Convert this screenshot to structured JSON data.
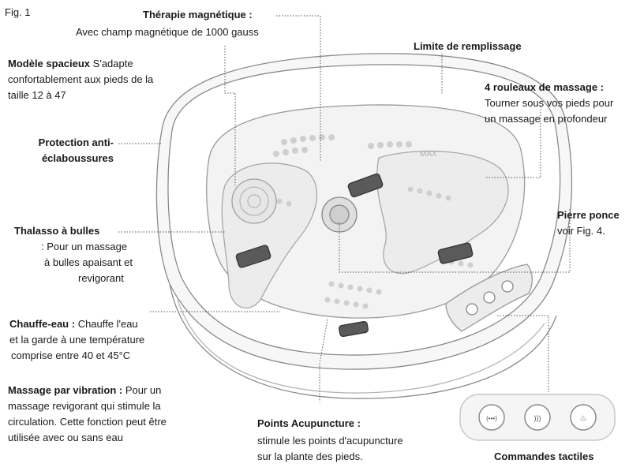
{
  "figure_label": "Fig. 1",
  "callouts": {
    "magnetic": {
      "title": "Thérapie magnétique :",
      "text": "Avec champ magnétique de 1000 gauss"
    },
    "spacious": {
      "title": "Modèle spacieux",
      "text_1": "S'adapte",
      "text_2": "confortablement aux pieds de la",
      "text_3": "taille 12 à 47"
    },
    "splash": {
      "title_1": "Protection anti-",
      "title_2": "éclaboussures"
    },
    "bubbles": {
      "title": "Thalasso à bulles",
      "text_1": ":  Pour un massage",
      "text_2": "à bulles apaisant et",
      "text_3": "revigorant"
    },
    "heater": {
      "title": "Chauffe-eau :",
      "text_1": "Chauffe l'eau",
      "text_2": "et la garde à une température",
      "text_3": "comprise entre 40 et 45°C"
    },
    "vibration": {
      "title": "Massage par vibration :",
      "text_1": "Pour un",
      "text_2": "massage revigorant qui stimule la",
      "text_3": "circulation. Cette fonction peut être",
      "text_4": "utilisée avec ou sans eau"
    },
    "fill_limit": {
      "title": "Limite de remplissage"
    },
    "rollers": {
      "title": "4 rouleaux de massage :",
      "text_1": "Tourner sous vos pieds pour",
      "text_2": "un massage en profondeur"
    },
    "pumice": {
      "title": "Pierre ponce",
      "text": "voir Fig. 4."
    },
    "acupuncture": {
      "title": "Points Acupuncture :",
      "text_1": "stimule les points d'acupuncture",
      "text_2": "sur la plante des pieds."
    },
    "controls": {
      "title": "Commandes tactiles"
    }
  }
}
